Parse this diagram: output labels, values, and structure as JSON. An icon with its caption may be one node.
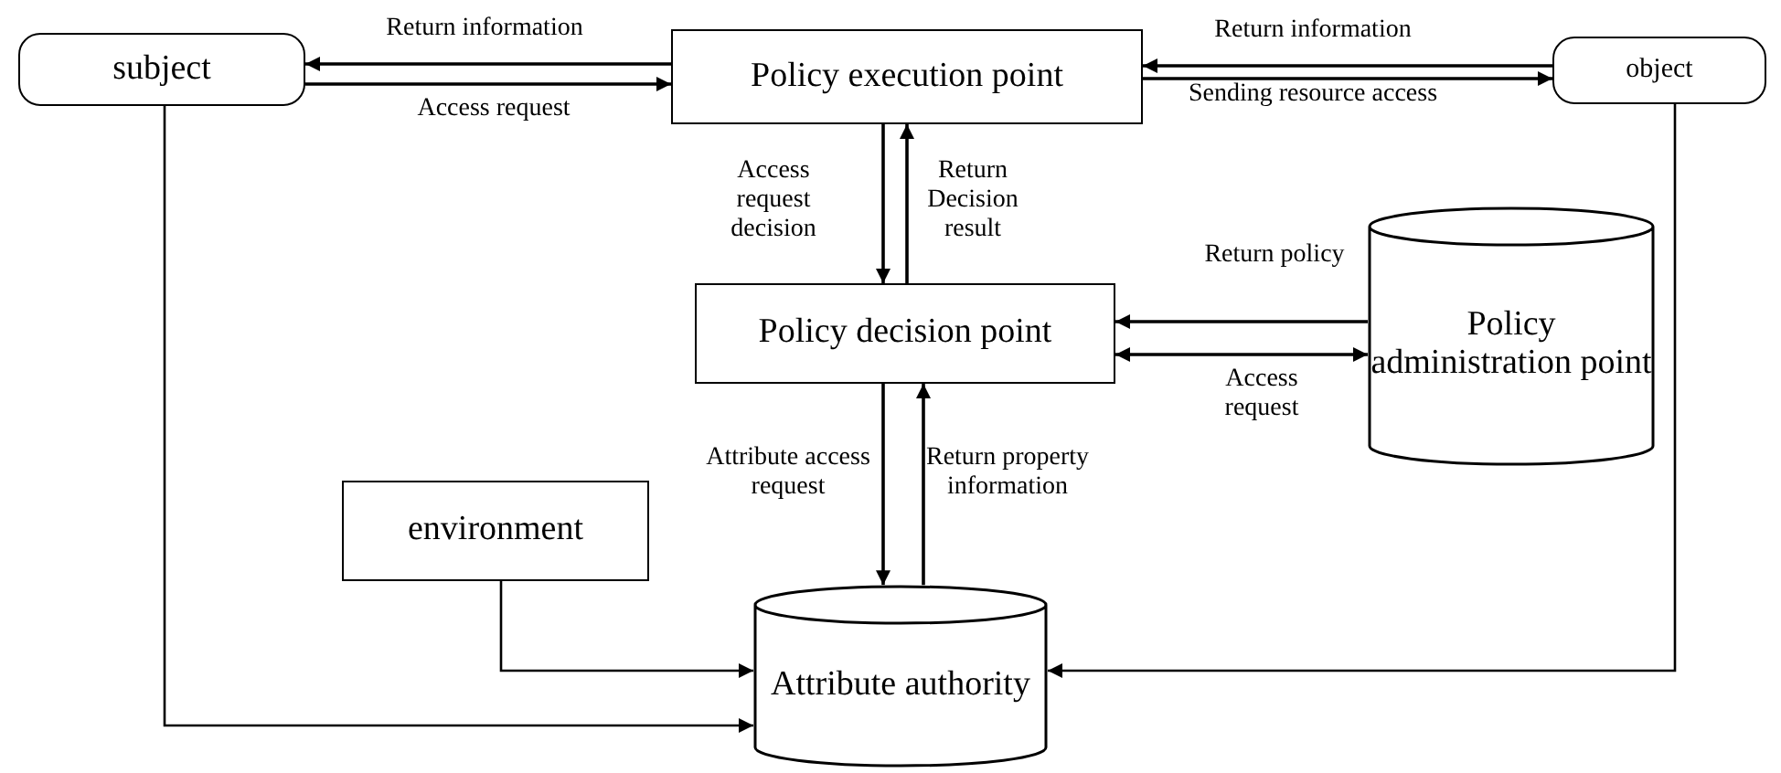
{
  "diagram": {
    "nodes": [
      {
        "text": [
          "subject"
        ]
      },
      {
        "text": [
          "Policy execution point"
        ]
      },
      {
        "text": [
          "object"
        ]
      },
      {
        "text": [
          "Policy decision point"
        ]
      },
      {
        "text": [
          "Policy administration point"
        ]
      },
      {
        "text": [
          "environment"
        ]
      },
      {
        "text": [
          "Attribute authority"
        ]
      }
    ],
    "edges": [
      {
        "from": 1,
        "to": 0,
        "arrow": "to",
        "label": "Return information"
      },
      {
        "from": 0,
        "to": 1,
        "arrow": "to",
        "label": "Access request"
      },
      {
        "from": 2,
        "to": 1,
        "arrow": "to",
        "label": "Return information"
      },
      {
        "from": 1,
        "to": 2,
        "arrow": "to",
        "label": "Sending resource access"
      },
      {
        "from": 1,
        "to": 3,
        "arrow": "to",
        "label": "Access request decision"
      },
      {
        "from": 3,
        "to": 1,
        "arrow": "to",
        "label": "Return Decision result"
      },
      {
        "from": 4,
        "to": 3,
        "arrow": "to",
        "label": "Return policy"
      },
      {
        "from": 3,
        "to": 4,
        "arrow": "both",
        "label": "Access request"
      },
      {
        "from": 3,
        "to": 6,
        "arrow": "to",
        "label": "Attribute access request"
      },
      {
        "from": 6,
        "to": 3,
        "arrow": "to",
        "label": "Return property information"
      },
      {
        "from": 5,
        "to": 6,
        "arrow": "to"
      },
      {
        "from": 0,
        "to": 6,
        "arrow": "to"
      },
      {
        "from": 2,
        "to": 6,
        "arrow": "to"
      }
    ]
  }
}
